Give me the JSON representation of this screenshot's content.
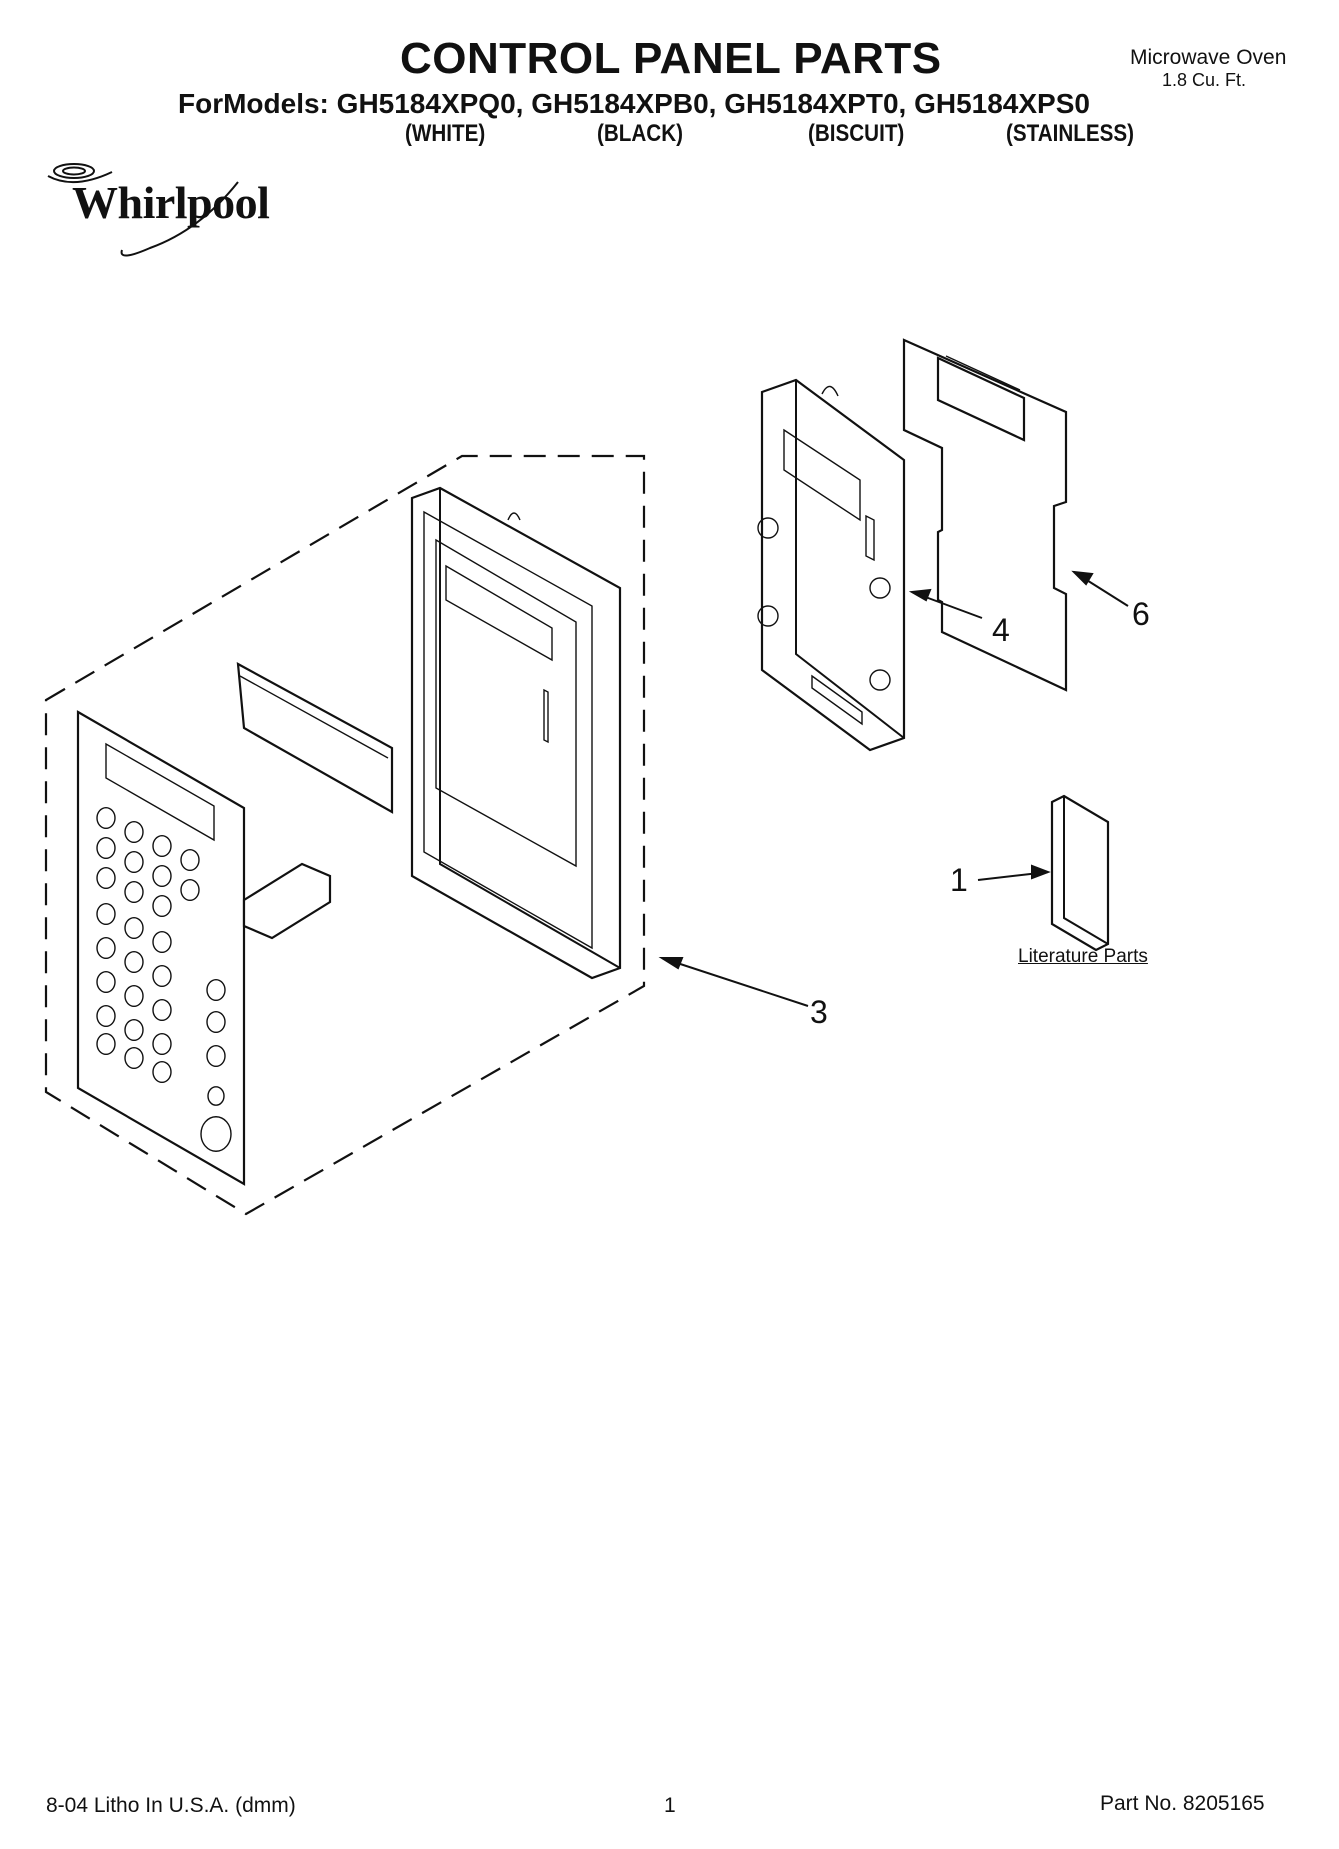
{
  "header": {
    "title": "CONTROL PANEL PARTS",
    "product_type": "Microwave Oven",
    "capacity": "1.8 Cu. Ft.",
    "models_line": "ForModels: GH5184XPQ0, GH5184XPB0, GH5184XPT0, GH5184XPS0",
    "colors": [
      "(WHITE)",
      "(BLACK)",
      "(BISCUIT)",
      "(STAINLESS)"
    ]
  },
  "logo": {
    "wordmark": "Whirlpool",
    "icon": "whirlpool-swirl-logo"
  },
  "diagram": {
    "callouts": [
      "3",
      "4",
      "6",
      "1"
    ],
    "literature_label": "Literature Parts"
  },
  "footer": {
    "left": "8-04 Litho In U.S.A. (dmm)",
    "page_number": "1",
    "part_number": "Part No. 8205165"
  }
}
